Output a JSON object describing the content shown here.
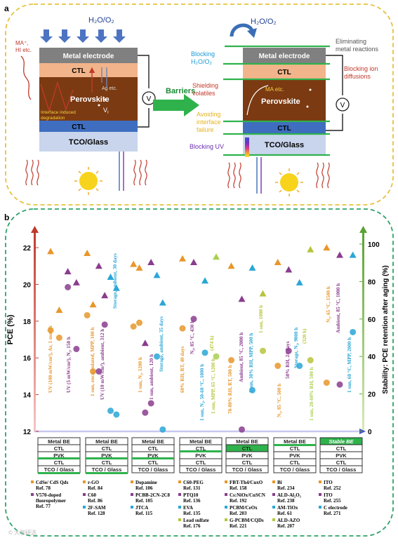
{
  "panel_a": {
    "label": "a",
    "left": {
      "gas": "H₂O/O₂",
      "ma": "MA⁺,",
      "hi": "HI etc.",
      "metal": "Metal electrode",
      "ctl_top": "CTL",
      "ag": "Ag etc.",
      "perov": "Perovskite",
      "vi": "V",
      "vi_sub": "I",
      "interface1": "Interface induced",
      "interface2": "degradation",
      "ctl_bot": "CTL",
      "tco": "TCO/Glass",
      "v": "V"
    },
    "arrow": "Barriers",
    "right": {
      "gas": "H₂O/O₂",
      "metal": "Metal electrode",
      "ctl_top": "CTL",
      "ma": "MA etc.",
      "perov": "Perovskite",
      "ctl_bot": "CTL",
      "tco": "TCO/Glass",
      "v": "V",
      "blocking1": "Blocking",
      "blocking2": "H₂O/O₂",
      "shield1": "Shielding",
      "shield2": "volatiles",
      "avoid1": "Avoiding",
      "avoid2": "interface",
      "avoid3": "failure",
      "uv": "Blocking UV",
      "elim1": "Eliminating",
      "elim2": "metal reactions",
      "ion1": "Blocking ion",
      "ion2": "diffusions"
    }
  },
  "panel_b": {
    "label": "b",
    "ylabel_left": "PCE (%)",
    "ylabel_right": "Stability: PCE retention after aging (%)",
    "left_ticks": [
      "12",
      "14",
      "16",
      "18",
      "20",
      "22"
    ],
    "right_ticks": [
      "0",
      "20",
      "40",
      "60",
      "80",
      "100"
    ],
    "colors": {
      "orange": "#e8962a",
      "purple": "#8a3c8e",
      "blue": "#2aa6d6",
      "olive": "#b7c43a",
      "green": "#27a04a",
      "yellow_green": "#a9cf4f"
    },
    "conditions": [
      "UV (100 mW/cm²), Ar, 1 month",
      "UV (5 mW/cm²), N₂, 150 h",
      "1 sun, encapsulated, MPP, 100 h",
      "UV (10 mW/cm²), ambient, 312 h",
      "Storage, ambient, 30 days",
      "1 sun, N₂, 1200 h",
      "1 sun, ambient, 120 h",
      "Storage, ambient, 35 days",
      "60% RH, RT, 40 days",
      "N₂, 85 °C, 430 h",
      "1 sun, N₂, 50-60 °C, 1000 h",
      "(474 h)",
      "1 sun, MPP, 65 °C, 1200 h",
      "70-80% RH, RT, 500 h",
      "Ambient, 85 °C, 2000 h",
      "1 sun, 30% RH, MPP, 500 h",
      "1 sun, 1000 h",
      "N₂, 85 °C, 500 h",
      "50% RH, 24 days",
      "Storage, N₂, 9000 h",
      "(320 h)",
      "1 sun, 20-60% RH, 500 h",
      "N₂, 65 °C, 1500 h",
      "Ambient, 85 °C, 1000 h",
      "1 sun, 60 °C, MPP, 2000 h"
    ],
    "stacks": [
      {
        "l1": "Metal BE",
        "l2": "CTL",
        "l3": "PVK",
        "l4": "CTL",
        "l5": "TCO / Glass"
      },
      {
        "l1": "Metal BE",
        "l2": "CTL",
        "l3": "PVK",
        "l4": "CTL",
        "l5": "TCO / Glass"
      },
      {
        "l1": "Metal BE",
        "l2": "CTL",
        "l3": "PVK",
        "l4": "CTL",
        "l5": "TCO / Glass"
      },
      {
        "l1": "Metal BE",
        "l2": "CTL",
        "l3": "PVK",
        "l4": "CTL",
        "l5": "TCO / Glass"
      },
      {
        "l1": "Metal BE",
        "l2": "CTL",
        "l3": "PVK",
        "l4": "CTL",
        "l5": "TCO / Glass"
      },
      {
        "l1": "Metal BE",
        "l2": "CTL",
        "l3": "PVK",
        "l4": "CTL",
        "l5": "TCO / Glass"
      },
      {
        "l1": "Stable BE",
        "l2": "CTL",
        "l3": "PVK",
        "l4": "CTL",
        "l5": "TCO / Glass"
      }
    ],
    "legend": [
      {
        "name": "CdSe/ CdS Qds",
        "ref": "Ref. 78",
        "color": "#e8962a"
      },
      {
        "name": "V570-doped fluoropolymer",
        "ref": "Ref. 77",
        "color": "#8a3c8e"
      },
      {
        "name": "r-GO",
        "ref": "Ref. 84",
        "color": "#e8962a"
      },
      {
        "name": "C60",
        "ref": "Ref. 86",
        "color": "#8a3c8e"
      },
      {
        "name": "2F-SAM",
        "ref": "Ref. 128",
        "color": "#2aa6d6"
      },
      {
        "name": "Dopamine",
        "ref": "Ref. 106",
        "color": "#e8962a"
      },
      {
        "name": "PCBB-2CN-2C8",
        "ref": "Ref. 105",
        "color": "#8a3c8e"
      },
      {
        "name": "JTCA",
        "ref": "Ref. 115",
        "color": "#2aa6d6"
      },
      {
        "name": "C60-PEG",
        "ref": "Ref. 131",
        "color": "#e8962a"
      },
      {
        "name": "PTQ10",
        "ref": "Ref. 136",
        "color": "#8a3c8e"
      },
      {
        "name": "EVA",
        "ref": "Ref. 135",
        "color": "#2aa6d6"
      },
      {
        "name": "Lead sulfate",
        "ref": "Ref. 176",
        "color": "#b7c43a"
      },
      {
        "name": "FBT-Th4/CuxO",
        "ref": "Ref. 158",
        "color": "#e8962a"
      },
      {
        "name": "Cs:NiOx/CuSCN",
        "ref": "Ref. 192",
        "color": "#8a3c8e"
      },
      {
        "name": "PCBM/CeOx",
        "ref": "Ref. 203",
        "color": "#2aa6d6"
      },
      {
        "name": "G-PCBM/CQDs",
        "ref": "Ref. 221",
        "color": "#b7c43a"
      },
      {
        "name": "Bi",
        "ref": "Ref. 234",
        "color": "#e8962a"
      },
      {
        "name": "ALD-Al₂O₃",
        "ref": "Ref. 238",
        "color": "#8a3c8e"
      },
      {
        "name": "AM-TiOx",
        "ref": "Ref. 61",
        "color": "#2aa6d6"
      },
      {
        "name": "ALD-AZO",
        "ref": "Ref. 207",
        "color": "#b7c43a"
      },
      {
        "name": "ITO",
        "ref": "Ref. 252",
        "color": "#e8962a"
      },
      {
        "name": "ITO",
        "ref": "Ref. 255",
        "color": "#8a3c8e"
      },
      {
        "name": "C electrode",
        "ref": "Ref. 271",
        "color": "#2aa6d6"
      }
    ]
  },
  "chart_data": {
    "type": "scatter",
    "ylabel": "PCE (%)",
    "ylabel_right": "Stability: PCE retention after aging (%)",
    "ylim": [
      12,
      22.5
    ],
    "ylim_right": [
      0,
      100
    ],
    "series": [
      {
        "group": 1,
        "color": "#e8962a",
        "pce": 21.8,
        "retention": 54
      },
      {
        "group": 1,
        "color": "#e8962a",
        "pce": 18.6,
        "retention": 50
      },
      {
        "group": 1,
        "color": "#8a3c8e",
        "pce": 20.7,
        "retention": 77
      },
      {
        "group": 1,
        "color": "#8a3c8e",
        "pce": 20.1,
        "retention": 44
      },
      {
        "group": 2,
        "color": "#e8962a",
        "pce": 21.7,
        "retention": 62
      },
      {
        "group": 2,
        "color": "#e8962a",
        "pce": 18.9,
        "retention": 32
      },
      {
        "group": 2,
        "color": "#8a3c8e",
        "pce": 21.0,
        "retention": 32
      },
      {
        "group": 2,
        "color": "#8a3c8e",
        "pce": 19.4,
        "retention": 57
      },
      {
        "group": 2,
        "color": "#2aa6d6",
        "pce": 20.4,
        "retention": 11
      },
      {
        "group": 2,
        "color": "#2aa6d6",
        "pce": 19.8,
        "retention": 9
      },
      {
        "group": 3,
        "color": "#e8962a",
        "pce": 21.1,
        "retention": 56
      },
      {
        "group": 3,
        "color": "#e8962a",
        "pce": 20.9,
        "retention": 58
      },
      {
        "group": 3,
        "color": "#8a3c8e",
        "pce": 16.8,
        "retention": 10
      },
      {
        "group": 3,
        "color": "#8a3c8e",
        "pce": 21.2,
        "retention": 15
      },
      {
        "group": 3,
        "color": "#2aa6d6",
        "pce": 20.5,
        "retention": 40
      },
      {
        "group": 3,
        "color": "#2aa6d6",
        "pce": 19.0,
        "retention": 1
      },
      {
        "group": 4,
        "color": "#e8962a",
        "pce": 21.4,
        "retention": 55
      },
      {
        "group": 4,
        "color": "#8a3c8e",
        "pce": 21.2,
        "retention": 60
      },
      {
        "group": 4,
        "color": "#2aa6d6",
        "pce": 20.2,
        "retention": 42
      },
      {
        "group": 4,
        "color": "#a9cf4f",
        "pce": 21.5,
        "retention": 40
      },
      {
        "group": 5,
        "color": "#e8962a",
        "pce": 21.0,
        "retention": 38
      },
      {
        "group": 5,
        "color": "#8a3c8e",
        "pce": 19.2,
        "retention": 1
      },
      {
        "group": 5,
        "color": "#2aa6d6",
        "pce": 20.9,
        "retention": 22
      },
      {
        "group": 5,
        "color": "#b7c43a",
        "pce": 19.5,
        "retention": 43
      },
      {
        "group": 6,
        "color": "#e8962a",
        "pce": 21.2,
        "retention": 35
      },
      {
        "group": 6,
        "color": "#8a3c8e",
        "pce": 20.8,
        "retention": 43
      },
      {
        "group": 6,
        "color": "#2aa6d6",
        "pce": 20.1,
        "retention": 35
      },
      {
        "group": 6,
        "color": "#b7c43a",
        "pce": 21.9,
        "retention": 38
      },
      {
        "group": 7,
        "color": "#e8962a",
        "pce": 22.0,
        "retention": 26
      },
      {
        "group": 7,
        "color": "#8a3c8e",
        "pce": 21.6,
        "retention": 25
      },
      {
        "group": 7,
        "color": "#2aa6d6",
        "pce": 21.6,
        "retention": 53
      }
    ]
  }
}
